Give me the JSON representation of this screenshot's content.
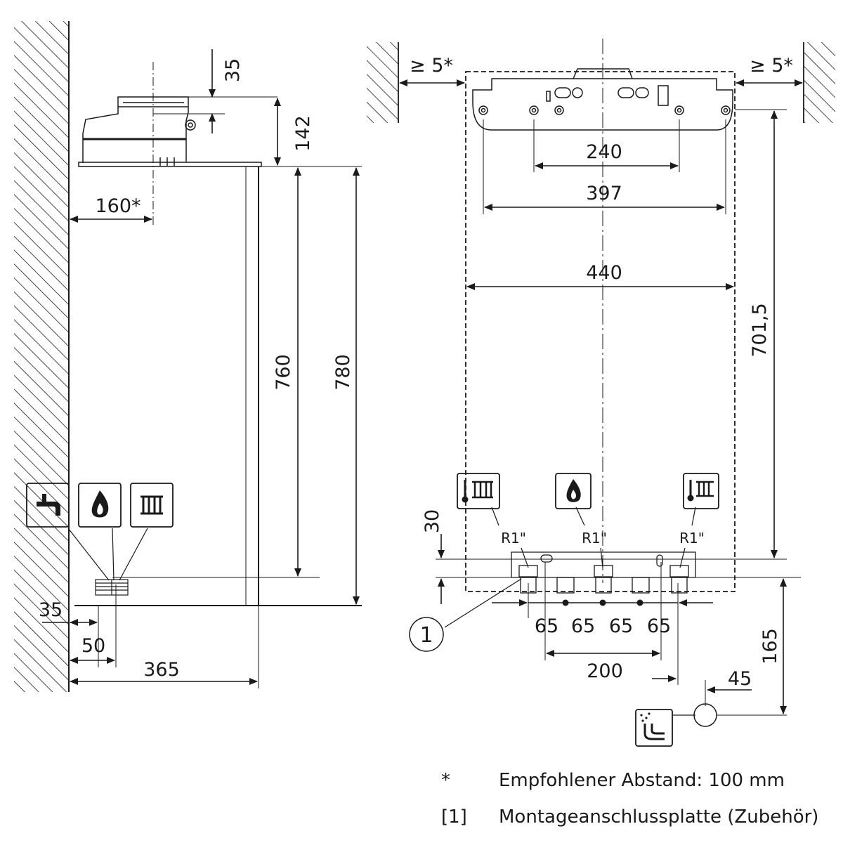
{
  "side_view": {
    "dimensions": {
      "flue_offset": "35",
      "flue_height": "142",
      "flue_distance_from_wall": "160*",
      "connection_height": "760",
      "appliance_height": "780",
      "bottom_offset": "35",
      "connection_distance_from_wall": "50",
      "appliance_depth": "365"
    },
    "icons": [
      "hot-water-tap-icon",
      "gas-flame-icon",
      "radiator-icon"
    ]
  },
  "front_view": {
    "dimensions": {
      "side_clearance_left": "≥ 5*",
      "side_clearance_right": "≥ 5*",
      "hanger_spacing": "240",
      "hook_spacing": "397",
      "appliance_width": "440",
      "hanger_to_connections": "701,5",
      "connection_offset": "30",
      "connection_pitch_1": "65",
      "connection_pitch_2": "65",
      "connection_pitch_3": "65",
      "connection_pitch_4": "65",
      "pipe_spacing": "200",
      "drain_height": "165",
      "drain_offset": "45"
    },
    "connections": {
      "heating_flow_label": "R1\"",
      "gas_label": "R1\"",
      "heating_return_label": "R1\""
    },
    "callout_number": "1",
    "icons": [
      "heating-flow-icon",
      "gas-flame-icon",
      "heating-return-icon",
      "drain-icon"
    ]
  },
  "legend": {
    "items": [
      {
        "key": "*",
        "text": "Empfohlener Abstand: 100 mm"
      },
      {
        "key": "[1]",
        "text": "Montageanschlussplatte (Zubehör)"
      }
    ]
  },
  "colors": {
    "line": "#1a1a1a",
    "hatch": "#1a1a1a",
    "background": "#ffffff"
  }
}
